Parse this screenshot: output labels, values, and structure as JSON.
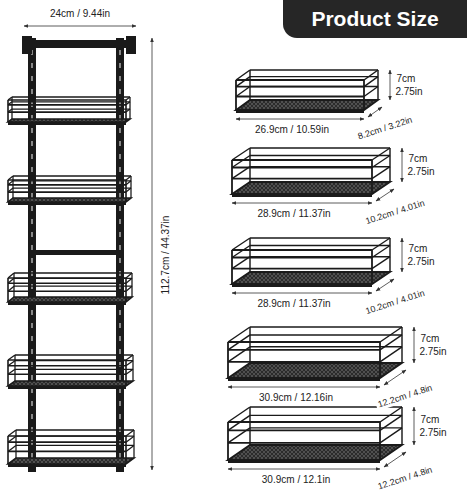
{
  "diagram": {
    "title": "Product Size",
    "labels": [
      "24cm / 9.44in",
      "112.7cm / 44.37in",
      "26.9cm / 10.59in",
      "8.2cm / 3.22in",
      "7cm",
      "2.75in",
      "28.9cm / 11.37in",
      "10.2cm / 4.01in",
      "7cm",
      "2.75in",
      "28.9cm / 11.37in",
      "10.2cm / 4.01in",
      "7cm",
      "2.75in",
      "30.9cm / 12.16in",
      "12.2cm / 4.8in",
      "7cm",
      "2.75in",
      "30.9cm / 12.1in",
      "12.2cm / 4.8in",
      "7cm",
      "2.75in"
    ]
  }
}
